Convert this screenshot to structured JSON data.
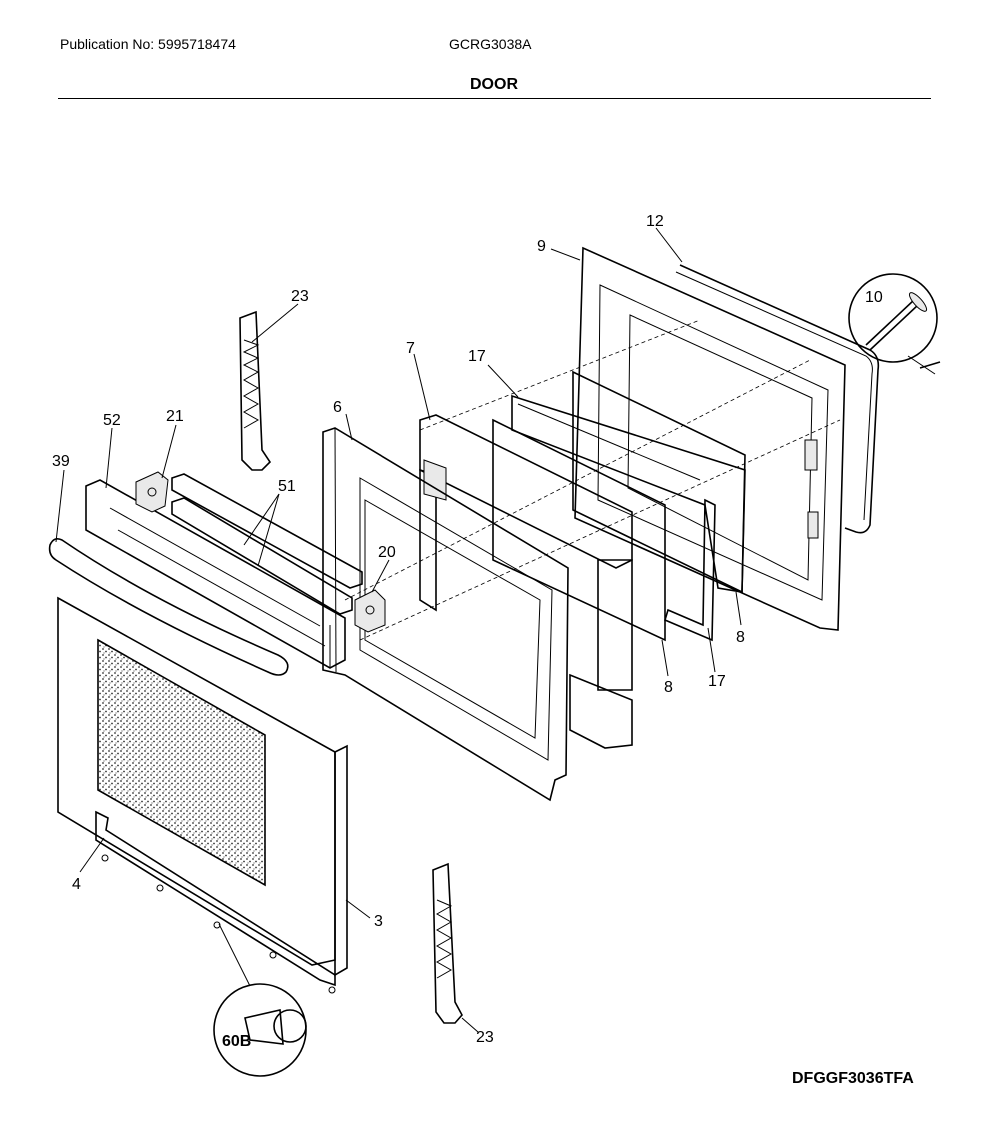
{
  "header": {
    "publication": "Publication No: 5995718474",
    "model": "GCRG3038A",
    "title": "DOOR"
  },
  "footer": {
    "code": "DFGGF3036TFA"
  },
  "part_labels": {
    "p12": "12",
    "p9": "9",
    "p10": "10",
    "p23_top": "23",
    "p7": "7",
    "p17_top": "17",
    "p6": "6",
    "p52": "52",
    "p21": "21",
    "p39": "39",
    "p51": "51",
    "p20": "20",
    "p8_right": "8",
    "p8_mid": "8",
    "p17_bottom": "17",
    "p4": "4",
    "p3": "3",
    "p60b": "60B",
    "p23_bottom": "23"
  }
}
